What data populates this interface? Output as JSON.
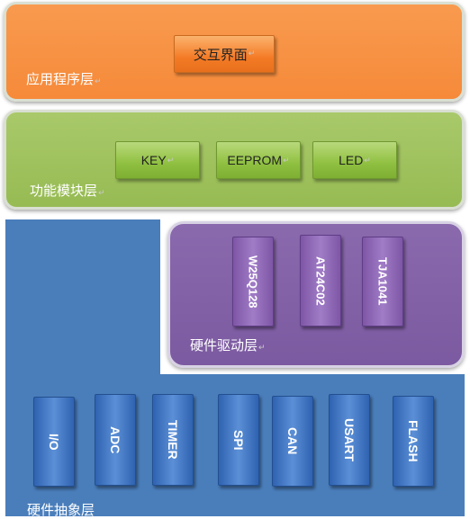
{
  "app_layer": {
    "label": "应用程序层",
    "boxes": [
      "交互界面"
    ],
    "color": "#f68a3a"
  },
  "func_layer": {
    "label": "功能模块层",
    "boxes": [
      "KEY",
      "EEPROM",
      "LED"
    ],
    "color": "#97bb53"
  },
  "driver_layer": {
    "label": "硬件驱动层",
    "boxes": [
      "W25Q128",
      "AT24C02",
      "TJA1041"
    ],
    "color": "#7c5aa1"
  },
  "hal_layer": {
    "label": "硬件抽象层",
    "boxes": [
      "I/O",
      "ADC",
      "TIMER",
      "SPI",
      "CAN",
      "USART",
      "FLASH"
    ],
    "color": "#4a7ebb"
  },
  "para_mark": "↵"
}
